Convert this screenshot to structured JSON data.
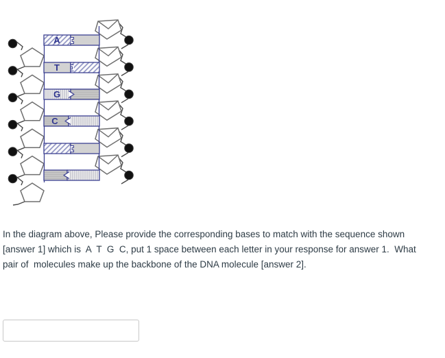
{
  "page": {
    "background": "#ffffff"
  },
  "diagram": {
    "description": "DNA double-helix ladder segment with sugar pentagons and phosphate circles",
    "rungs": [
      {
        "label": "A",
        "left_pattern": "diagonal-hatch",
        "right_pattern": "plain-gray",
        "connector": "tab"
      },
      {
        "label": "T",
        "left_pattern": "plain-gray",
        "right_pattern": "diagonal-hatch",
        "connector": "tab"
      },
      {
        "label": "G",
        "left_pattern": "vertical-stripes",
        "right_pattern": "shaded-gray",
        "connector": "chevron-right"
      },
      {
        "label": "C",
        "left_pattern": "shaded-gray",
        "right_pattern": "vertical-stripes",
        "connector": "chevron-left"
      },
      {
        "label": "",
        "left_pattern": "diagonal-hatch",
        "right_pattern": "plain-gray",
        "connector": "tab"
      },
      {
        "label": "",
        "left_pattern": "shaded-gray",
        "right_pattern": "vertical-stripes",
        "connector": "chevron-left"
      }
    ],
    "colors": {
      "outline_navy": "#3c4192",
      "letter_navy": "#2f3590",
      "light_gray": "#d2d2d2",
      "mid_gray": "#b9b9b9",
      "backbone_gray": "#6e6e6e",
      "phosphate_black": "#111111"
    }
  },
  "question": {
    "lines": [
      "In the diagram above, Please provide the corresponding bases to match with the sequence shown",
      "[answer 1] which is  A  T  G  C, put 1 space between each letter in your response for answer 1.  What",
      "pair of  molecules make up the backbone of the DNA molecule [answer 2]."
    ],
    "text_color": "#2d3b45"
  },
  "answer_input": {
    "value": "",
    "placeholder": ""
  }
}
